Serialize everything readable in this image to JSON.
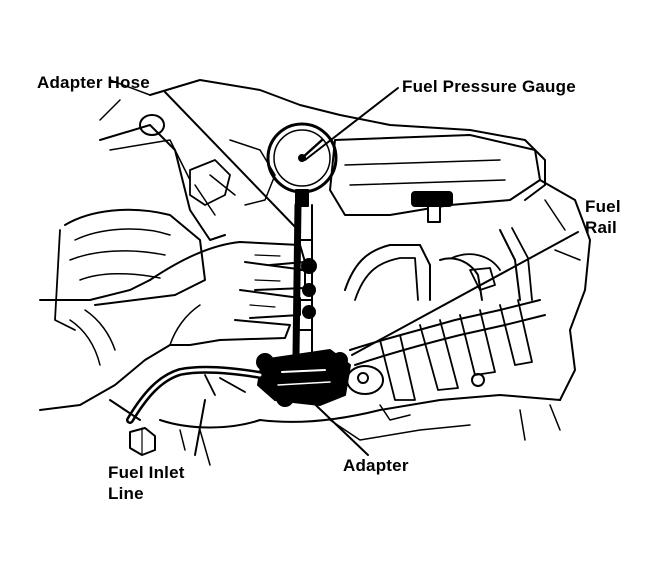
{
  "diagram": {
    "labels": {
      "adapter_hose": "Adapter Hose",
      "fuel_pressure_gauge": "Fuel Pressure Gauge",
      "fuel_rail_line1": "Fuel",
      "fuel_rail_line2": "Rail",
      "adapter": "Adapter",
      "fuel_inlet_line1": "Fuel Inlet",
      "fuel_inlet_line2": "Line"
    },
    "colors": {
      "ink": "#000000",
      "paper": "#ffffff"
    }
  }
}
